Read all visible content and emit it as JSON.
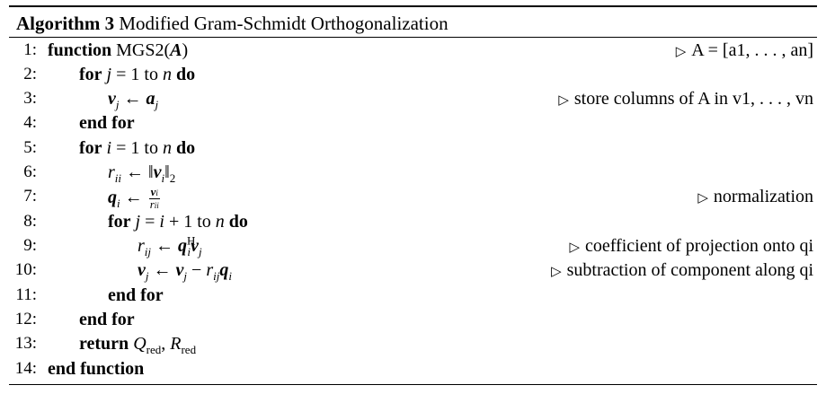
{
  "caption": {
    "label": "Algorithm 3",
    "title": "Modified Gram-Schmidt Orthogonalization"
  },
  "lines": [
    {
      "number": "1:",
      "comment": "A = [a1, . . . , an]"
    },
    {
      "number": "2:"
    },
    {
      "number": "3:",
      "comment": "store columns of A in v1, . . . , vn"
    },
    {
      "number": "4:"
    },
    {
      "number": "5:"
    },
    {
      "number": "6:"
    },
    {
      "number": "7:",
      "comment": "normalization"
    },
    {
      "number": "8:"
    },
    {
      "number": "9:",
      "comment": "coefficient of projection onto qi"
    },
    {
      "number": "10:",
      "comment": "subtraction of component along qi"
    },
    {
      "number": "11:"
    },
    {
      "number": "12:"
    },
    {
      "number": "13:"
    },
    {
      "number": "14:"
    }
  ],
  "code": {
    "l1": {
      "kw": "function",
      "name": "MGS2",
      "arg": "A"
    },
    "l2": {
      "kw_for": "for",
      "var": "j",
      "eq": "= 1",
      "to": "to",
      "n": "n",
      "kw_do": "do"
    },
    "l3": {
      "lhs": "v",
      "lhs_sub": "j",
      "arrow": "←",
      "rhs": "a",
      "rhs_sub": "j"
    },
    "l4": {
      "kw": "end for"
    },
    "l5": {
      "kw_for": "for",
      "var": "i",
      "eq": "= 1",
      "to": "to",
      "n": "n",
      "kw_do": "do"
    },
    "l6": {
      "lhs": "r",
      "lhs_sub": "ii",
      "arrow": "←",
      "norm_open": "‖",
      "v": "v",
      "v_sub": "i",
      "norm_close": "‖",
      "norm_sub": "2"
    },
    "l7": {
      "lhs": "q",
      "lhs_sub": "i",
      "arrow": "←",
      "num": "v",
      "num_sub": "i",
      "den": "r",
      "den_sub": "ii"
    },
    "l8": {
      "kw_for": "for",
      "var": "j",
      "eq": "= ",
      "i": "i",
      "plus": "+ 1",
      "to": "to",
      "n": "n",
      "kw_do": "do"
    },
    "l9": {
      "lhs": "r",
      "lhs_sub": "ij",
      "arrow": "←",
      "q": "q",
      "q_sup": "H",
      "q_sub": "i",
      "v": "v",
      "v_sub": "j"
    },
    "l10": {
      "lhs": "v",
      "lhs_sub": "j",
      "arrow": "←",
      "v": "v",
      "v_sub": "j",
      "minus": "−",
      "r": "r",
      "r_sub": "ij",
      "q": "q",
      "q_sub": "i"
    },
    "l11": {
      "kw": "end for"
    },
    "l12": {
      "kw": "end for"
    },
    "l13": {
      "kw": "return",
      "q": "Q",
      "q_sub": "red",
      "comma": ",",
      "r": "R",
      "r_sub": "red"
    },
    "l14": {
      "kw": "end function"
    }
  }
}
